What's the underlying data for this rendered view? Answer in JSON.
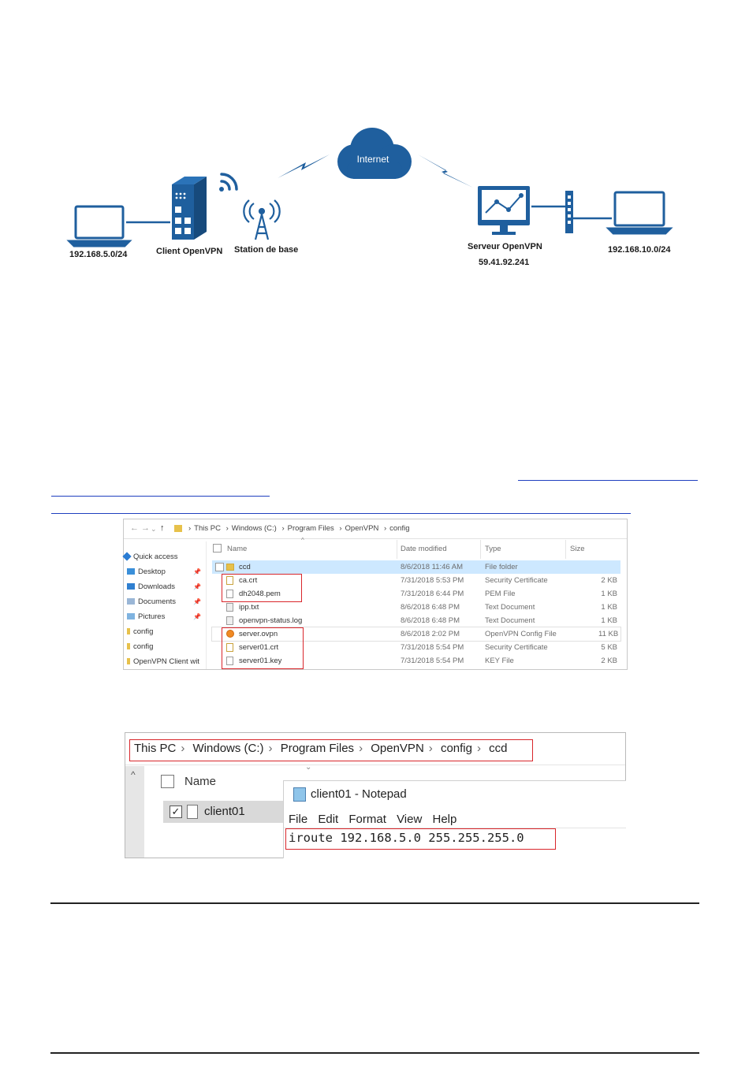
{
  "diagram": {
    "cloud_label": "Internet",
    "left_network": "192.168.5.0/24",
    "client_label": "Client OpenVPN",
    "station_label": "Station de base",
    "server_label": "Serveur OpenVPN",
    "server_ip": "59.41.92.241",
    "right_network": "192.168.10.0/24",
    "accent_color": "#1f5f9e"
  },
  "explorer1": {
    "nav_arrows": [
      "←",
      "→",
      "⌄",
      "↑"
    ],
    "breadcrumb": [
      "This PC",
      "Windows (C:)",
      "Program Files",
      "OpenVPN",
      "config"
    ],
    "sidebar": [
      {
        "label": "Quick access",
        "icon": "star-icon",
        "pinned": false
      },
      {
        "label": "Desktop",
        "icon": "folder-icon",
        "pinned": true
      },
      {
        "label": "Downloads",
        "icon": "download-icon",
        "pinned": true
      },
      {
        "label": "Documents",
        "icon": "documents-icon",
        "pinned": true
      },
      {
        "label": "Pictures",
        "icon": "pictures-icon",
        "pinned": true
      },
      {
        "label": "config",
        "icon": "folder-icon",
        "pinned": false
      },
      {
        "label": "config",
        "icon": "folder-icon",
        "pinned": false
      },
      {
        "label": "OpenVPN Client wit",
        "icon": "folder-icon",
        "pinned": false
      }
    ],
    "columns": [
      "Name",
      "Date modified",
      "Type",
      "Size"
    ],
    "files": [
      {
        "name": "ccd",
        "date": "8/6/2018 11:46 AM",
        "type": "File folder",
        "size": ""
      },
      {
        "name": "ca.crt",
        "date": "7/31/2018 5:53 PM",
        "type": "Security Certificate",
        "size": "2 KB"
      },
      {
        "name": "dh2048.pem",
        "date": "7/31/2018 6:44 PM",
        "type": "PEM File",
        "size": "1 KB"
      },
      {
        "name": "ipp.txt",
        "date": "8/6/2018 6:48 PM",
        "type": "Text Document",
        "size": "1 KB"
      },
      {
        "name": "openvpn-status.log",
        "date": "8/6/2018 6:48 PM",
        "type": "Text Document",
        "size": "1 KB"
      },
      {
        "name": "server.ovpn",
        "date": "8/6/2018 2:02 PM",
        "type": "OpenVPN Config File",
        "size": "11 KB"
      },
      {
        "name": "server01.crt",
        "date": "7/31/2018 5:54 PM",
        "type": "Security Certificate",
        "size": "5 KB"
      },
      {
        "name": "server01.key",
        "date": "7/31/2018 5:54 PM",
        "type": "KEY File",
        "size": "2 KB"
      }
    ]
  },
  "explorer2": {
    "breadcrumb": [
      "This PC",
      "Windows (C:)",
      "Program Files",
      "OpenVPN",
      "config",
      "ccd"
    ],
    "column_name": "Name",
    "file_name": "client01",
    "notepad_title": "client01 - Notepad",
    "menu": [
      "File",
      "Edit",
      "Format",
      "View",
      "Help"
    ],
    "content": "iroute 192.168.5.0 255.255.255.0"
  },
  "colors": {
    "highlight_red": "#d9262b",
    "link_blue": "#1f3fbf",
    "selection_blue": "#cde8ff"
  }
}
